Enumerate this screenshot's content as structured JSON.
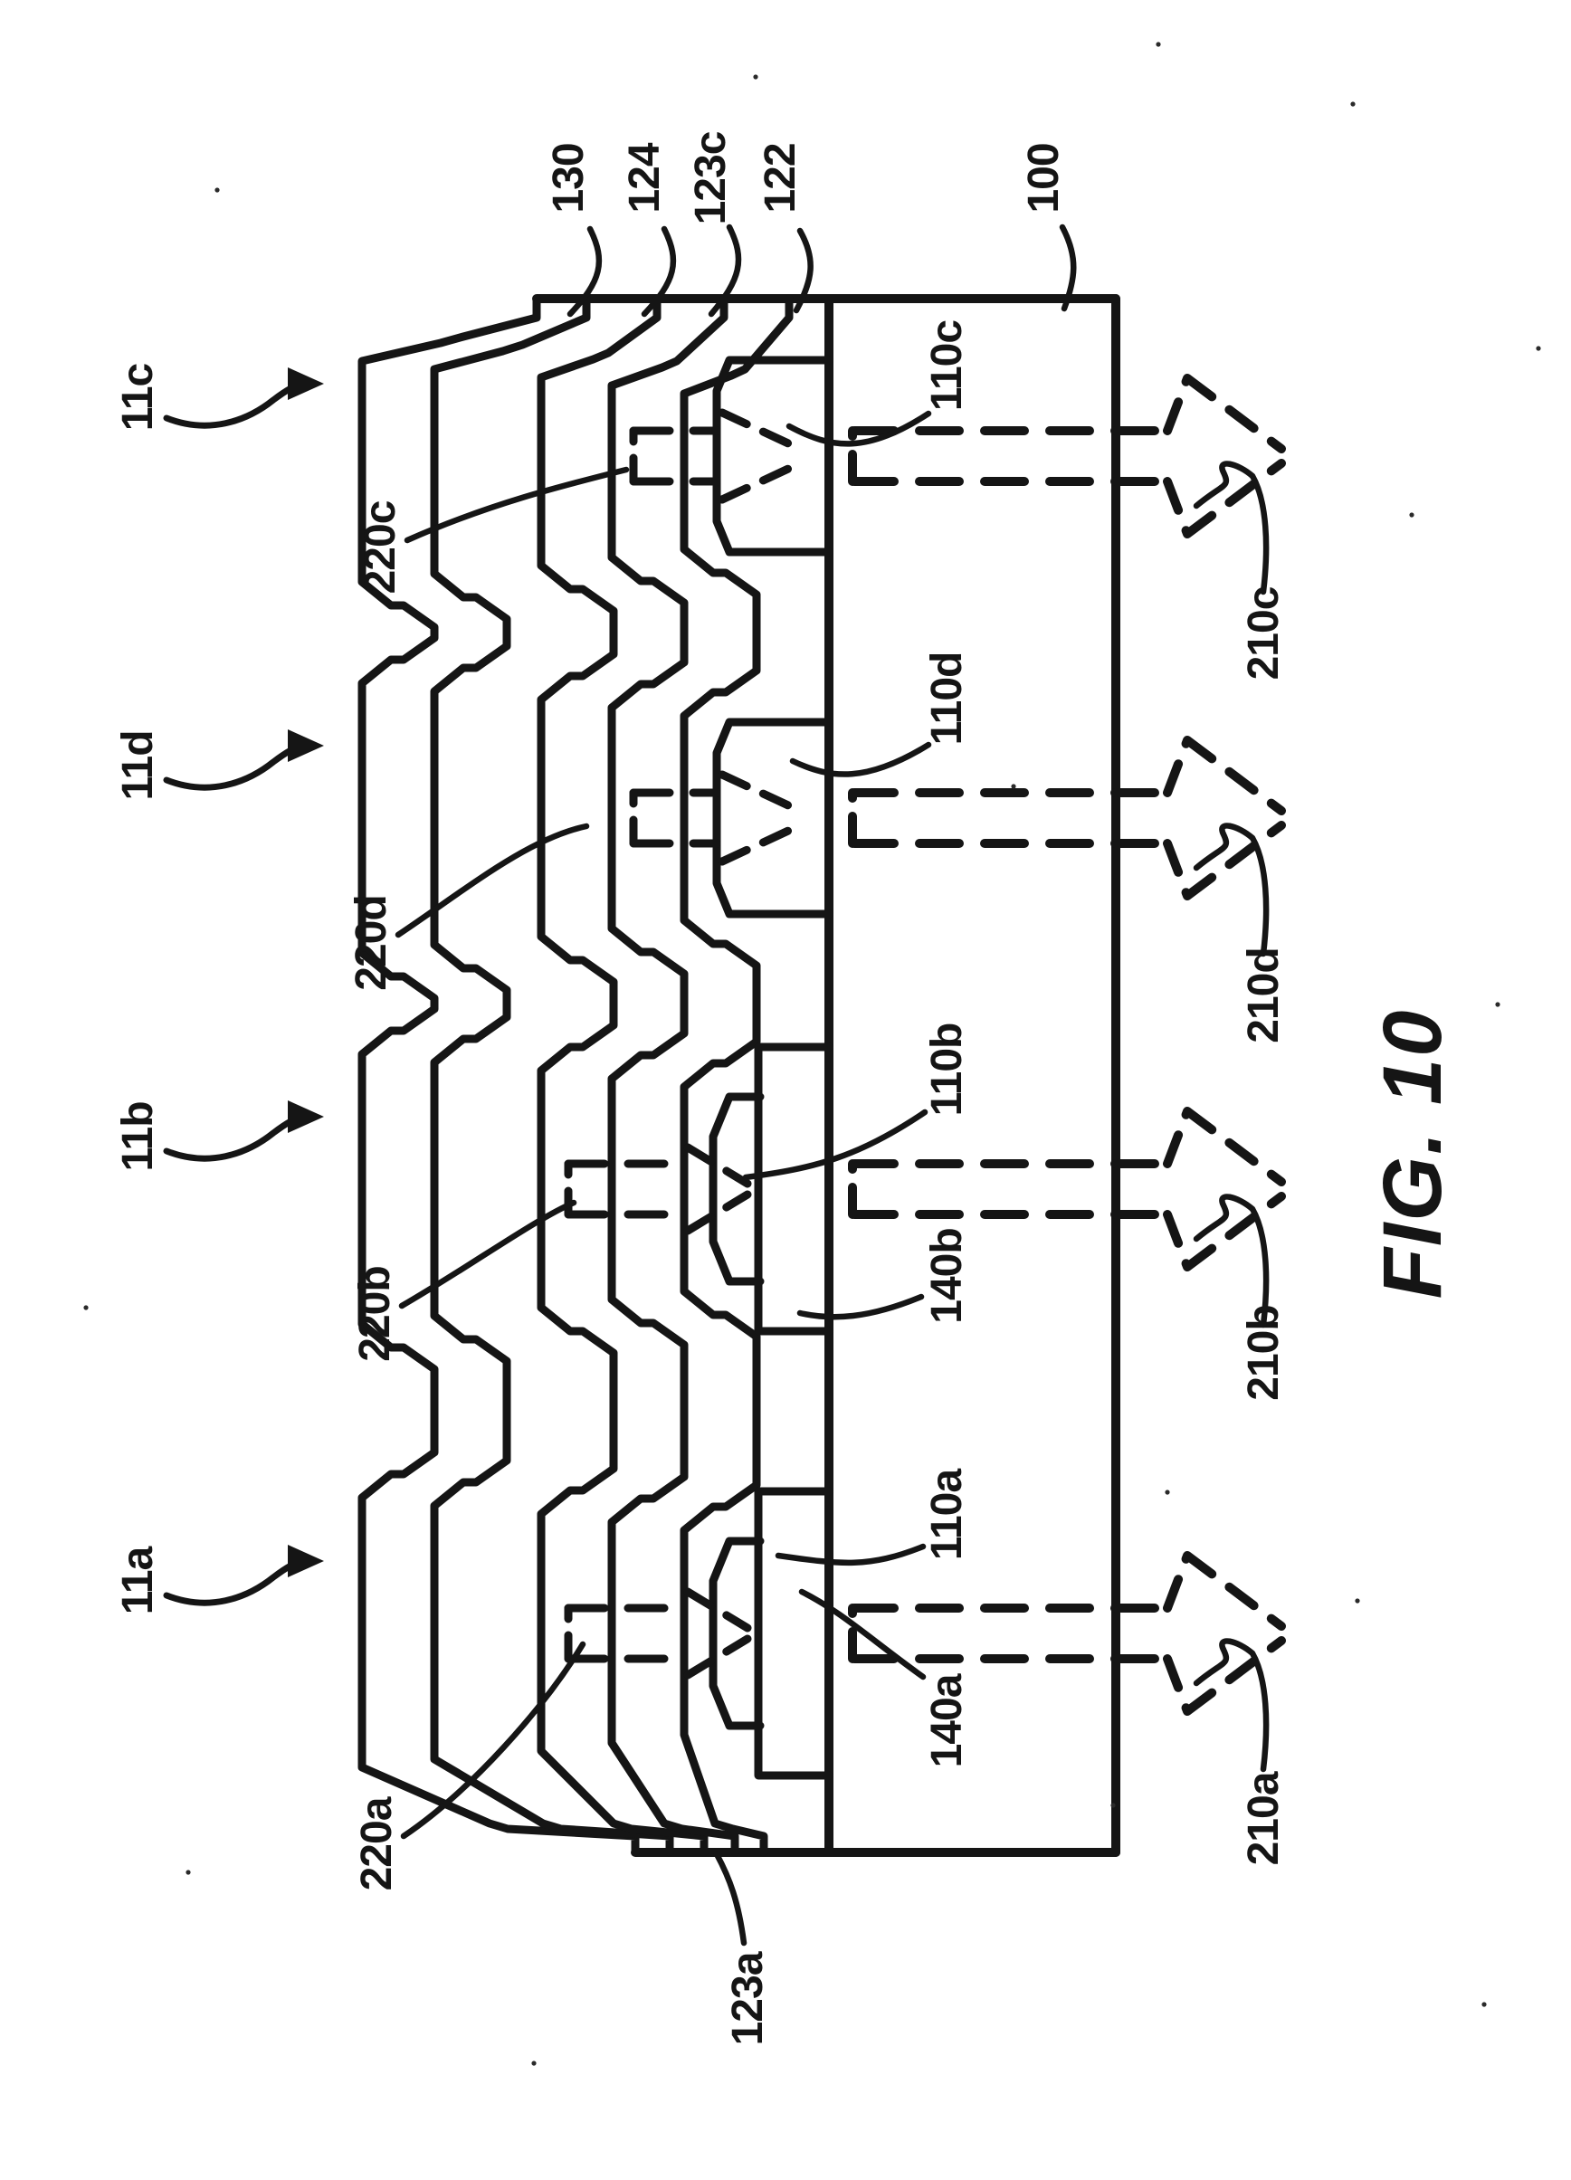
{
  "figure": {
    "caption": "FIG. 10",
    "ink_color": "#151515",
    "paper_color": "#ffffff"
  },
  "labels": {
    "layers": {
      "l130": "130",
      "l124": "124",
      "l123c": "123c",
      "l122": "122"
    },
    "substrate": "100",
    "layer_edge": "123a",
    "sections": {
      "a": "11a",
      "b": "11b",
      "d": "11d",
      "c": "11c"
    },
    "emission_arrows": {
      "a": "220a",
      "b": "220b",
      "d": "220d",
      "c": "220c"
    },
    "scatter_structures": {
      "a": "110a",
      "b": "110b",
      "d": "110d",
      "c": "110c"
    },
    "pads": {
      "a": "140a",
      "b": "140b"
    },
    "output_light": {
      "a": "210a",
      "b": "210b",
      "d": "210d",
      "c": "210c"
    }
  }
}
